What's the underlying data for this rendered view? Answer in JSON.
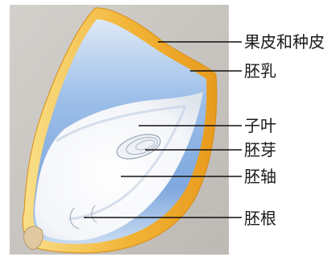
{
  "diagram": {
    "labels": {
      "pericarp_and_seed_coat": "果皮和种皮",
      "endosperm": "胚乳",
      "cotyledon": "子叶",
      "plumule": "胚芽",
      "hypocotyl": "胚轴",
      "radicle": "胚根"
    },
    "colors": {
      "background_gray": "#c9c6c2",
      "seed_coat_orange": "#f2b436",
      "seed_coat_yellow": "#f8d774",
      "endosperm_blue": "#8fb6e6",
      "embryo_white": "#f7f8fb",
      "leader_line": "#111111"
    }
  }
}
